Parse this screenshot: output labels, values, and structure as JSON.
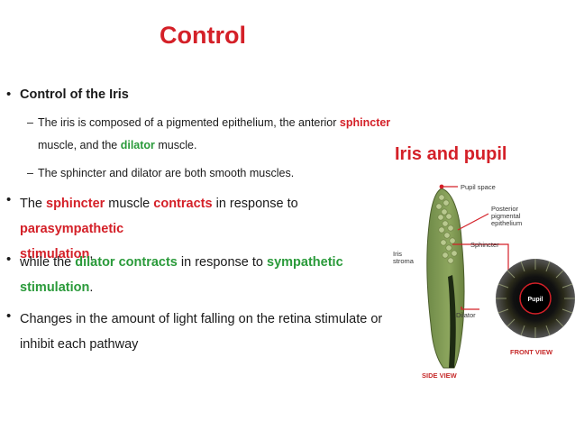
{
  "slide": {
    "title": "Control",
    "b1": "Control of the Iris",
    "s1": {
      "p1": "The iris is composed of a pigmented epithelium, the anterior ",
      "sphincter": "sphincter",
      "p2": "muscle, and the ",
      "dilator": "dilator",
      "p3": " muscle."
    },
    "s2": "The sphincter and dilator are both smooth muscles.",
    "b2": {
      "p1": "The ",
      "sphincter": "sphincter",
      "p2": " muscle ",
      "contracts": "contracts",
      "p3": " in response to ",
      "parasympathetic": "parasympathetic",
      "stimulation": "stimulation",
      "p4": ","
    },
    "b3": {
      "p1": "while the ",
      "dilator_contracts": "dilator contracts",
      "p2": " in response to ",
      "sympathetic": "sympathetic",
      "stimulation": "stimulation",
      "p3": "."
    },
    "b4": {
      "line1": "Changes in the amount of light falling on the retina stimulate or",
      "line2": "inhibit each pathway"
    },
    "bullet_char": "•",
    "dash_char": "–"
  },
  "figure": {
    "title": "Iris and pupil",
    "labels": {
      "pupil_space": "Pupil space",
      "posterior_1": "Posterior",
      "posterior_2": "pigmental",
      "posterior_3": "epithelium",
      "sphincter": "Sphincter",
      "iris_1": "Iris",
      "iris_2": "stroma",
      "dilator": "Dilator",
      "pupil": "Pupil",
      "front_view": "FRONT VIEW",
      "side_view": "SIDE VIEW"
    }
  }
}
